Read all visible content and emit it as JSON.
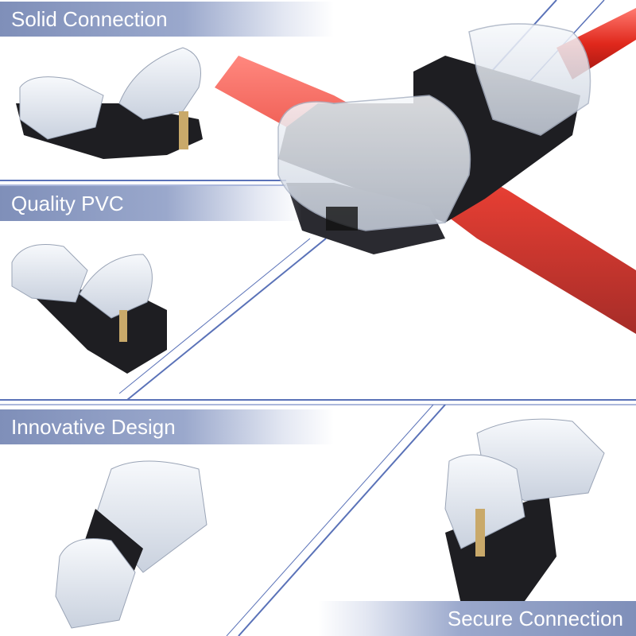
{
  "labels": {
    "solid": "Solid Connection",
    "quality": "Quality PVC",
    "innovative": "Innovative Design",
    "secure": "Secure Connection"
  },
  "colors": {
    "accent_blue": "#5a72b8",
    "label_bg": "#8a9ac3",
    "wire_red": "#e23a2e",
    "connector_black": "#1e1e22",
    "clear_shell": "#e6ebf3",
    "brass_pin": "#c9a96a"
  }
}
